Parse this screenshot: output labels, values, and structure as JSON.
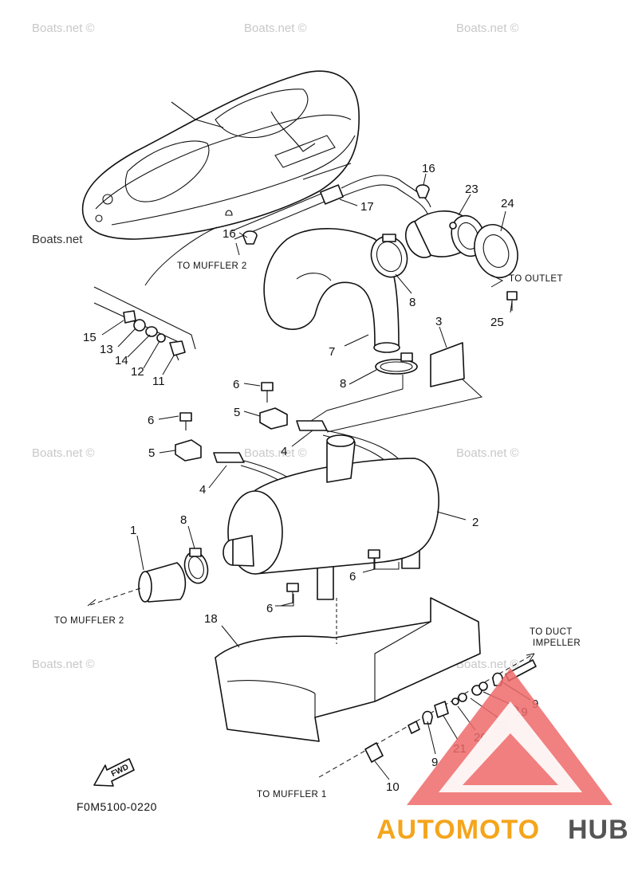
{
  "watermark_text": "Boats.net ©",
  "watermark_text_plain": "Boats.net",
  "diagram_code": "F0M5100-0220",
  "fwd_label": "FWD",
  "notes": {
    "to_muffler_2_top": "TO MUFFLER 2",
    "to_outlet": "TO OUTLET",
    "to_muffler_2_left": "TO MUFFLER 2",
    "to_duct_impeller_1": "TO DUCT",
    "to_duct_impeller_2": "IMPELLER",
    "to_muffler_1": "TO MUFFLER 1"
  },
  "callouts": {
    "c16a": "16",
    "c17": "17",
    "c23": "23",
    "c24": "24",
    "c16b": "16",
    "c8a": "8",
    "c25": "25",
    "c15": "15",
    "c13": "13",
    "c14": "14",
    "c12": "12",
    "c11": "11",
    "c7": "7",
    "c3": "3",
    "c8b": "8",
    "c6a": "6",
    "c5a": "5",
    "c6b": "6",
    "c5b": "5",
    "c4a": "4",
    "c4b": "4",
    "c2": "2",
    "c1": "1",
    "c8c": "8",
    "c6c": "6",
    "c6d": "6",
    "c18": "18",
    "c9a": "9",
    "c19": "19",
    "c22": "22",
    "c20": "20",
    "c21": "21",
    "c9b": "9",
    "c10": "10"
  },
  "logo": {
    "part1": "AUTOMOTO",
    "part2": "HUB"
  },
  "colors": {
    "line": "#111111",
    "watermark": "#c8c8c8",
    "logo_orange": "#f4a51c",
    "logo_red": "#e8242a",
    "logo_gray": "#555555"
  }
}
